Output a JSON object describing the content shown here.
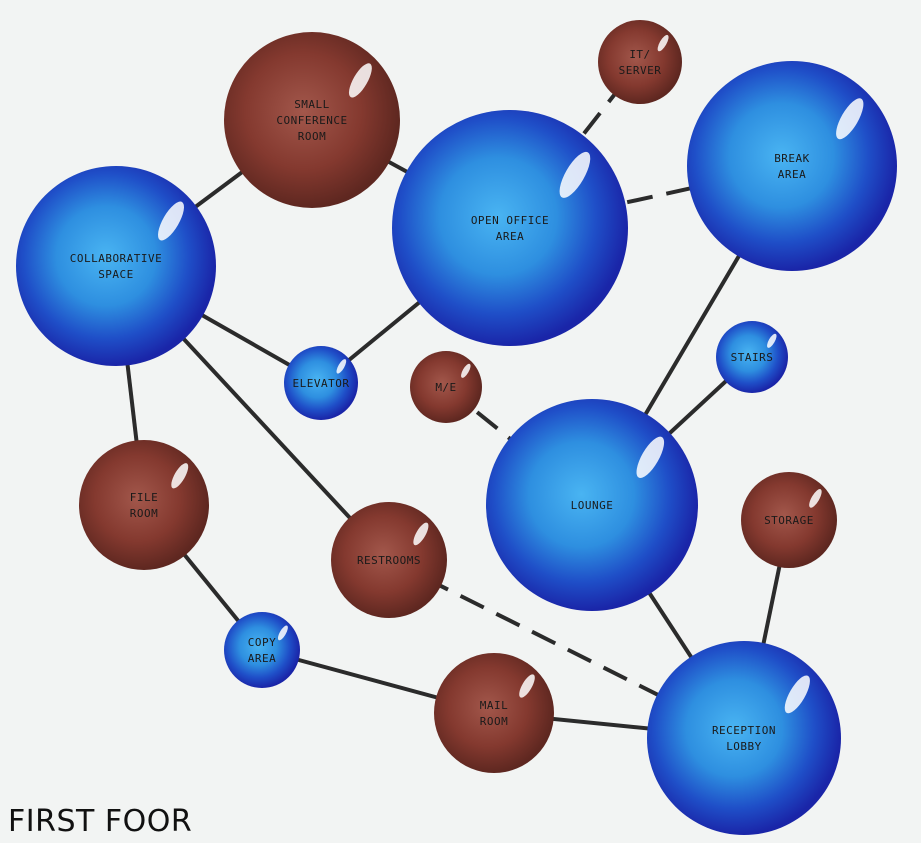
{
  "floor_title": "FIRST FOOR",
  "colors": {
    "public_space_outer": "#1d2fb3",
    "public_space_inner": "#3aa3e8",
    "private_room_outer": "#6b2e26",
    "private_room_inner": "#9a4b40",
    "solid_link": "#2b2b2b",
    "dashed_link": "#2b2b2b"
  },
  "legend_kinds": [
    "public-space",
    "private-room"
  ],
  "nodes": [
    {
      "id": "small-conference-room",
      "lines": [
        "SMALL",
        "CONFERENCE",
        "ROOM"
      ],
      "kind": "private-room"
    },
    {
      "id": "it-server",
      "lines": [
        "IT/",
        "SERVER"
      ],
      "kind": "private-room"
    },
    {
      "id": "open-office-area",
      "lines": [
        "OPEN OFFICE",
        "AREA"
      ],
      "kind": "public-space"
    },
    {
      "id": "break-area",
      "lines": [
        "BREAK",
        "AREA"
      ],
      "kind": "public-space"
    },
    {
      "id": "collaborative-space",
      "lines": [
        "COLLABORATIVE",
        "SPACE"
      ],
      "kind": "public-space"
    },
    {
      "id": "elevator",
      "lines": [
        "ELEVATOR"
      ],
      "kind": "public-space"
    },
    {
      "id": "m-e",
      "lines": [
        "M/E"
      ],
      "kind": "private-room"
    },
    {
      "id": "stairs",
      "lines": [
        "STAIRS"
      ],
      "kind": "public-space"
    },
    {
      "id": "lounge",
      "lines": [
        "LOUNGE"
      ],
      "kind": "public-space"
    },
    {
      "id": "file-room",
      "lines": [
        "FILE",
        "ROOM"
      ],
      "kind": "private-room"
    },
    {
      "id": "restrooms",
      "lines": [
        "RESTROOMS"
      ],
      "kind": "private-room"
    },
    {
      "id": "storage",
      "lines": [
        "STORAGE"
      ],
      "kind": "private-room"
    },
    {
      "id": "copy-area",
      "lines": [
        "COPY",
        "AREA"
      ],
      "kind": "public-space"
    },
    {
      "id": "mail-room",
      "lines": [
        "MAIL",
        "ROOM"
      ],
      "kind": "private-room"
    },
    {
      "id": "reception-lobby",
      "lines": [
        "RECEPTION",
        "LOBBY"
      ],
      "kind": "public-space"
    }
  ],
  "links": [
    {
      "from": "collaborative-space",
      "to": "small-conference-room",
      "style": "solid"
    },
    {
      "from": "small-conference-room",
      "to": "open-office-area",
      "style": "solid"
    },
    {
      "from": "open-office-area",
      "to": "it-server",
      "style": "dashed"
    },
    {
      "from": "open-office-area",
      "to": "break-area",
      "style": "dashed"
    },
    {
      "from": "open-office-area",
      "to": "elevator",
      "style": "solid"
    },
    {
      "from": "collaborative-space",
      "to": "elevator",
      "style": "solid"
    },
    {
      "from": "collaborative-space",
      "to": "file-room",
      "style": "solid"
    },
    {
      "from": "collaborative-space",
      "to": "restrooms",
      "style": "solid"
    },
    {
      "from": "break-area",
      "to": "lounge",
      "style": "solid"
    },
    {
      "from": "m-e",
      "to": "lounge",
      "style": "dashed"
    },
    {
      "from": "stairs",
      "to": "lounge",
      "style": "solid"
    },
    {
      "from": "lounge",
      "to": "reception-lobby",
      "style": "solid"
    },
    {
      "from": "restrooms",
      "to": "reception-lobby",
      "style": "dashed"
    },
    {
      "from": "storage",
      "to": "reception-lobby",
      "style": "solid"
    },
    {
      "from": "file-room",
      "to": "copy-area",
      "style": "solid"
    },
    {
      "from": "copy-area",
      "to": "mail-room",
      "style": "solid"
    },
    {
      "from": "mail-room",
      "to": "reception-lobby",
      "style": "solid"
    }
  ]
}
